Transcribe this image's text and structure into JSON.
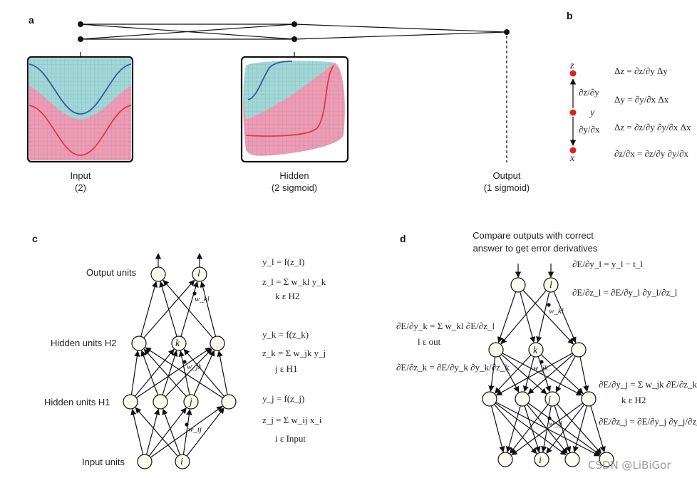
{
  "panels": {
    "a": {
      "letter": "a",
      "input_label": "Input",
      "input_sub": "(2)",
      "hidden_label": "Hidden",
      "hidden_sub": "(2 sigmoid)",
      "output_label": "Output",
      "output_sub": "(1 sigmoid)"
    },
    "b": {
      "letter": "b",
      "var_z": "z",
      "var_y": "y",
      "var_x": "x",
      "eq1": "Δz = ∂z/∂y Δy",
      "eq2": "Δy = ∂y/∂x Δx",
      "eq3": "Δz = ∂z/∂y ∂y/∂x Δx",
      "eq4": "∂z/∂x = ∂z/∂y ∂y/∂x",
      "arrow_top_frac": "∂z/∂y",
      "arrow_bot_frac": "∂y/∂x"
    },
    "c": {
      "letter": "c",
      "row_output": "Output units",
      "row_h2": "Hidden units H2",
      "row_h1": "Hidden units H1",
      "row_input": "Input units",
      "node_l": "l",
      "node_k": "k",
      "node_j": "j",
      "node_i": "i",
      "w_kl": "w_kl",
      "w_jk": "w_jk",
      "w_ij": "w_ij",
      "eq_yl": "y_l = f(z_l)",
      "eq_zl": "z_l = Σ w_kl y_k",
      "eq_zl_sub": "k ε H2",
      "eq_yk": "y_k = f(z_k)",
      "eq_zk": "z_k = Σ w_jk y_j",
      "eq_zk_sub": "j ε H1",
      "eq_yj": "y_j = f(z_j)",
      "eq_zj": "z_j = Σ w_ij x_i",
      "eq_zj_sub": "i ε Input"
    },
    "d": {
      "letter": "d",
      "caption_line1": "Compare outputs with correct",
      "caption_line2": "answer to get error derivatives",
      "eq_dl": "∂E/∂y_l = y_l − t_l",
      "eq_dzl": "∂E/∂z_l = ∂E/∂y_l ∂y_l/∂z_l",
      "eq_dyk": "∂E/∂y_k = Σ w_kl ∂E/∂z_l",
      "eq_dyk_sub": "l ε out",
      "eq_dzk": "∂E/∂z_k = ∂E/∂y_k ∂y_k/∂z_k",
      "eq_dyj": "∂E/∂y_j = Σ w_jk ∂E/∂z_k",
      "eq_dyj_sub": "k ε H2",
      "eq_dzj": "∂E/∂z_j = ∂E/∂y_j ∂y_j/∂z_j"
    }
  },
  "watermark": "CSDN @LiBiGor",
  "colors": {
    "teal": "#9fd8d6",
    "pink": "#ee9bb4",
    "blue_curve": "#3955a8",
    "red_curve": "#e03a3a",
    "red_dot": "#e02020",
    "node_fill": "#fbfbf0"
  }
}
